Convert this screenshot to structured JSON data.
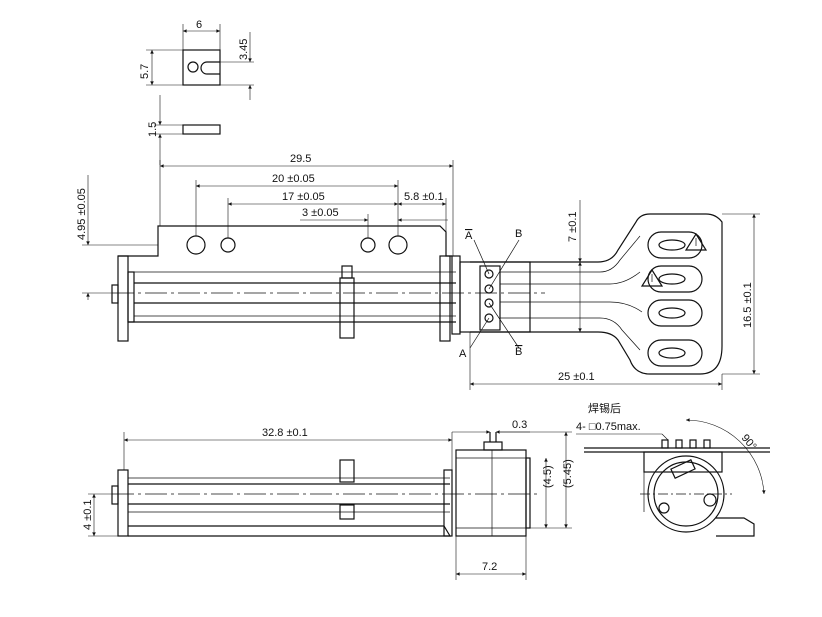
{
  "dimensions": {
    "clip_width": "6",
    "clip_height": "5.7",
    "clip_slot": "3.45",
    "clip_thickness": "1.5",
    "total_length": "29.5",
    "hole_spacing_20": "20 ±0.05",
    "hole_spacing_17": "17 ±0.05",
    "hole_spacing_3": "3 ±0.05",
    "edge_offset": "5.8 ±0.1",
    "bracket_height": "4.95 ±0.05",
    "pcb_pad_height": "7 ±0.1",
    "pcb_height": "16.5 ±0.1",
    "pcb_length": "25 ±0.1",
    "side_length": "32.8 ±0.1",
    "pin_offset": "0.3",
    "pad_size": "4- □0.75max.",
    "inner_height": "(4.5)",
    "outer_height": "(5.45)",
    "motor_width": "7.2",
    "shaft_height": "4 ±0.1",
    "angle": "90°"
  },
  "labels": {
    "after_soldering": "焊锡后",
    "pin_a": "A",
    "pin_b": "B",
    "pin_a_bar": "A",
    "pin_b_bar": "B"
  }
}
